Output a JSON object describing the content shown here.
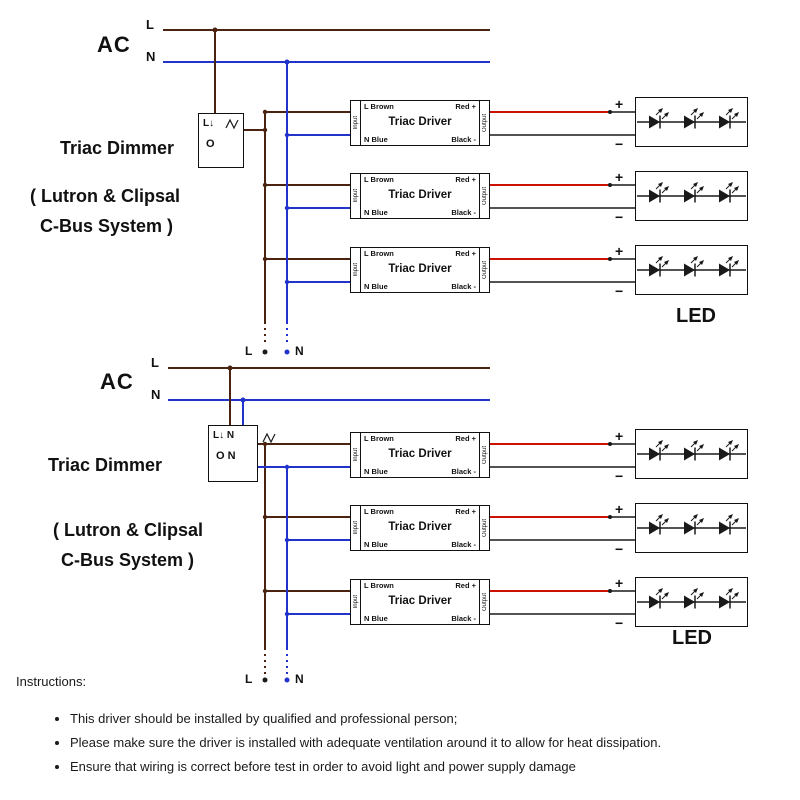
{
  "colors": {
    "wire_brown": "#4a2410",
    "wire_blue": "#2233cc",
    "wire_red": "#cc1100",
    "wire_black": "#1a1a1a"
  },
  "top": {
    "ac": "AC",
    "l": "L",
    "n": "N",
    "dimmer_line1": "L↓",
    "dimmer_line2": "O",
    "dimmer_label": "Triac Dimmer",
    "system_line1": "( Lutron & Clipsal",
    "system_line2": "C-Bus System )",
    "led_label": "LED",
    "marker_l": "L",
    "marker_n": "N"
  },
  "bottom": {
    "ac": "AC",
    "l": "L",
    "n": "N",
    "dimmer_line1": "L↓ N",
    "dimmer_line2": "O  N",
    "dimmer_label": "Triac Dimmer",
    "system_line1": "( Lutron & Clipsal",
    "system_line2": "C-Bus System )",
    "led_label": "LED",
    "marker_l": "L",
    "marker_n": "N"
  },
  "driver": {
    "input": "Input",
    "output": "Output",
    "l_brown": "L Brown",
    "n_blue": "N Blue",
    "title": "Triac Driver",
    "red_plus": "Red +",
    "black_minus": "Black -"
  },
  "terminals": {
    "plus": "+",
    "minus": "−"
  },
  "instructions": {
    "title": "Instructions:",
    "items": [
      "This driver should be installed by qualified and professional person;",
      "Please make sure the driver is installed with adequate ventilation around it to allow for heat dissipation.",
      "Ensure that wiring is correct before test in order to avoid light and power supply damage"
    ]
  }
}
